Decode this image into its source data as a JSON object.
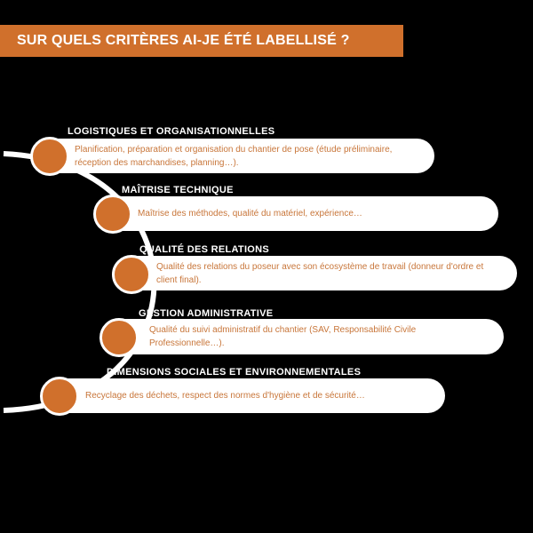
{
  "header": {
    "title": "SUR QUELS CRITÈRES AI-JE ÉTÉ LABELLISÉ ?"
  },
  "colors": {
    "accent": "#d0702c",
    "text_accent": "#c8763a",
    "background": "#000000",
    "card": "#ffffff"
  },
  "criteria": [
    {
      "heading": "LOGISTIQUES ET ORGANISATIONNELLES",
      "description": "Planification, préparation et organisation du chantier de pose (étude préliminaire, réception des marchandises, planning…)."
    },
    {
      "heading": "MAÎTRISE TECHNIQUE",
      "description": "Maîtrise des méthodes, qualité du matériel, expérience…"
    },
    {
      "heading": "QUALITÉ DES RELATIONS",
      "description": "Qualité des relations du poseur avec son écosystème de travail (donneur d'ordre et client final)."
    },
    {
      "heading": "GESTION ADMINISTRATIVE",
      "description": "Qualité du suivi administratif du chantier (SAV, Responsabilité Civile Professionnelle…)."
    },
    {
      "heading": "DIMENSIONS SOCIALES ET ENVIRONNEMENTALES",
      "description": "Recyclage des déchets, respect des normes d'hygiène et de sécurité…"
    }
  ]
}
